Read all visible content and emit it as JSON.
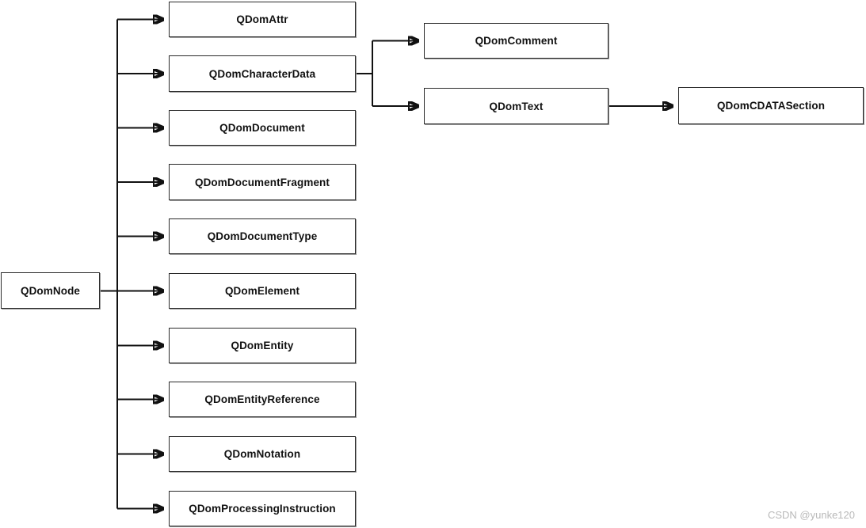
{
  "diagram": {
    "nodes": {
      "qdomnode": {
        "label": "QDomNode"
      },
      "qdomattr": {
        "label": "QDomAttr"
      },
      "qdomcharacterdata": {
        "label": "QDomCharacterData"
      },
      "qdomdocument": {
        "label": "QDomDocument"
      },
      "qdomdocumentfragment": {
        "label": "QDomDocumentFragment"
      },
      "qdomdocumenttype": {
        "label": "QDomDocumentType"
      },
      "qdomelement": {
        "label": "QDomElement"
      },
      "qdomentity": {
        "label": "QDomEntity"
      },
      "qdomentityreference": {
        "label": "QDomEntityReference"
      },
      "qdomnotation": {
        "label": "QDomNotation"
      },
      "qdomprocessinginstruction": {
        "label": "QDomProcessingInstruction"
      },
      "qdomcomment": {
        "label": "QDomComment"
      },
      "qdomtext": {
        "label": "QDomText"
      },
      "qdomcdatasection": {
        "label": "QDomCDATASection"
      }
    },
    "edges": [
      [
        "QDomNode",
        "QDomAttr"
      ],
      [
        "QDomNode",
        "QDomCharacterData"
      ],
      [
        "QDomNode",
        "QDomDocument"
      ],
      [
        "QDomNode",
        "QDomDocumentFragment"
      ],
      [
        "QDomNode",
        "QDomDocumentType"
      ],
      [
        "QDomNode",
        "QDomElement"
      ],
      [
        "QDomNode",
        "QDomEntity"
      ],
      [
        "QDomNode",
        "QDomEntityReference"
      ],
      [
        "QDomNode",
        "QDomNotation"
      ],
      [
        "QDomNode",
        "QDomProcessingInstruction"
      ],
      [
        "QDomCharacterData",
        "QDomComment"
      ],
      [
        "QDomCharacterData",
        "QDomText"
      ],
      [
        "QDomText",
        "QDomCDATASection"
      ]
    ]
  },
  "watermark": {
    "text": "CSDN @yunke120"
  },
  "colors": {
    "background": "#ffffff",
    "line": "#111111",
    "box_border": "#2a2a2a",
    "box_fill": "#ffffff",
    "text": "#111111",
    "watermark": "#b9b9b9"
  }
}
